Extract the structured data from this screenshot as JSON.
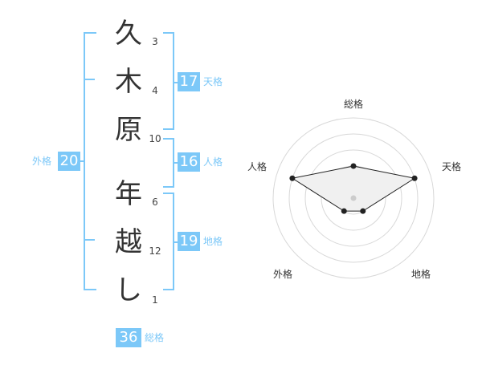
{
  "name": {
    "surname": [
      {
        "char": "久",
        "strokes": "3"
      },
      {
        "char": "木",
        "strokes": "4"
      },
      {
        "char": "原",
        "strokes": "10"
      }
    ],
    "given": [
      {
        "char": "年",
        "strokes": "6"
      },
      {
        "char": "越",
        "strokes": "12"
      },
      {
        "char": "し",
        "strokes": "1"
      }
    ]
  },
  "fortune": {
    "ten": {
      "value": "17",
      "label": "天格"
    },
    "jin": {
      "value": "16",
      "label": "人格"
    },
    "chi": {
      "value": "19",
      "label": "地格"
    },
    "gai": {
      "value": "20",
      "label": "外格"
    },
    "sou": {
      "value": "36",
      "label": "総格"
    }
  },
  "colors": {
    "accent": "#7cc8f8",
    "text": "#333333",
    "radar_fill": "#f0f0f0"
  },
  "chart_data": {
    "type": "radar",
    "axes": [
      "総格",
      "天格",
      "地格",
      "外格",
      "人格"
    ],
    "values": [
      2,
      4,
      1,
      1,
      4
    ],
    "max": 5
  }
}
